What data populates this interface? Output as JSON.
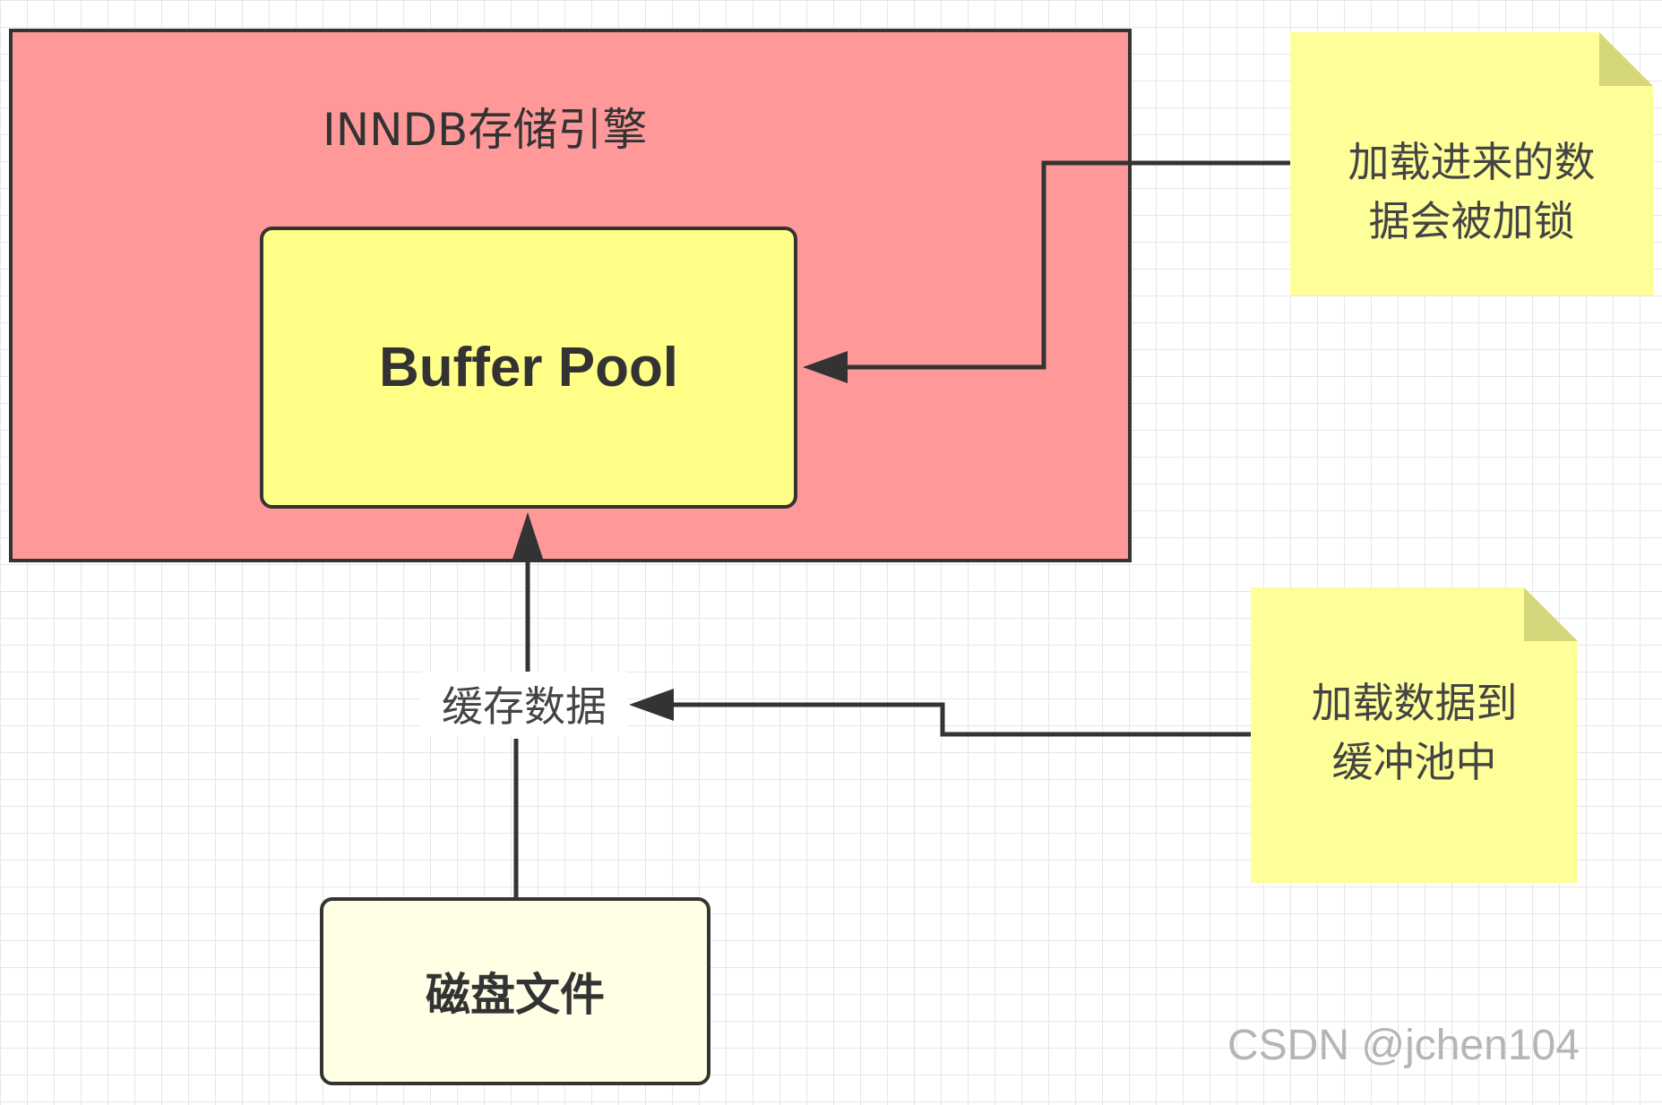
{
  "engine": {
    "title": "INNDB存储引擎"
  },
  "buffer_pool": {
    "label": "Buffer Pool"
  },
  "disk": {
    "label": "磁盘文件"
  },
  "cache_label": "缓存数据",
  "notes": [
    {
      "lines": [
        "加载进来的数",
        "据会被加锁"
      ]
    },
    {
      "lines": [
        "加载数据到",
        "缓冲池中"
      ]
    }
  ],
  "watermark": "CSDN @jchen104",
  "colors": {
    "engine_fill": "#ff9999",
    "buffer_fill": "#ffff88",
    "disk_fill": "#ffffe6",
    "note_fill": "#ffff99",
    "stroke": "#333333"
  }
}
